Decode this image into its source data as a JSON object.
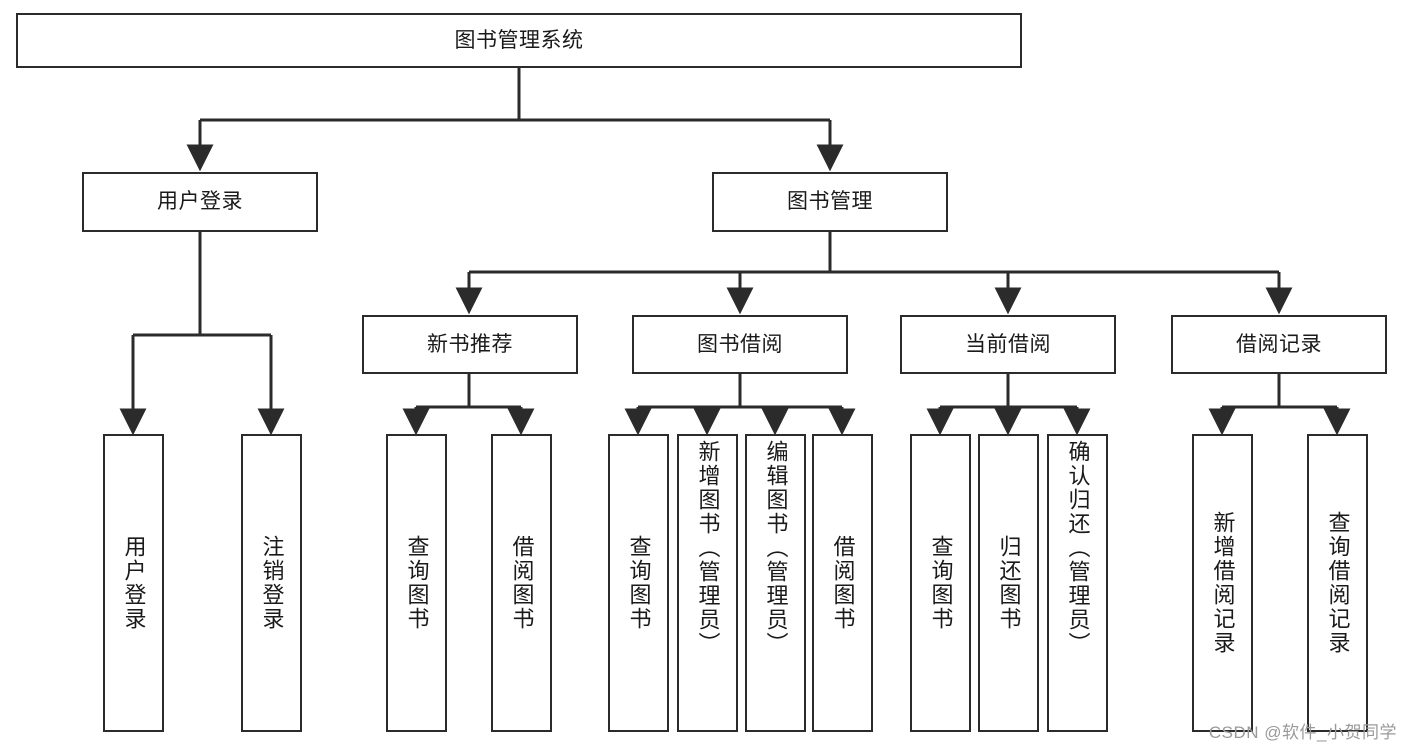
{
  "diagram": {
    "title": "图书管理系统",
    "type": "tree-hierarchy-diagram",
    "colors": {
      "box_border": "#2b2b2b",
      "box_fill": "#ffffff",
      "connector": "#2b2b2b",
      "background": "#ffffff",
      "watermark": "#9a9a9a"
    },
    "watermark": "CSDN @软件_小贺同学",
    "root": {
      "label": "图书管理系统"
    },
    "level2": [
      {
        "label": "用户登录"
      },
      {
        "label": "图书管理"
      }
    ],
    "level3": [
      {
        "label": "新书推荐"
      },
      {
        "label": "图书借阅"
      },
      {
        "label": "当前借阅"
      },
      {
        "label": "借阅记录"
      }
    ],
    "leaves": {
      "user_login": [
        {
          "label": "用户登录"
        },
        {
          "label": "注销登录"
        }
      ],
      "new_book_recommend": [
        {
          "label": "查询图书"
        },
        {
          "label": "借阅图书"
        }
      ],
      "book_borrow": [
        {
          "label": "查询图书"
        },
        {
          "label": "新增图书（管理员）"
        },
        {
          "label": "编辑图书（管理员）"
        },
        {
          "label": "借阅图书"
        }
      ],
      "current_borrow": [
        {
          "label": "查询图书"
        },
        {
          "label": "归还图书"
        },
        {
          "label": "确认归还（管理员）"
        }
      ],
      "borrow_record": [
        {
          "label": "新增借阅记录"
        },
        {
          "label": "查询借阅记录"
        }
      ]
    }
  }
}
